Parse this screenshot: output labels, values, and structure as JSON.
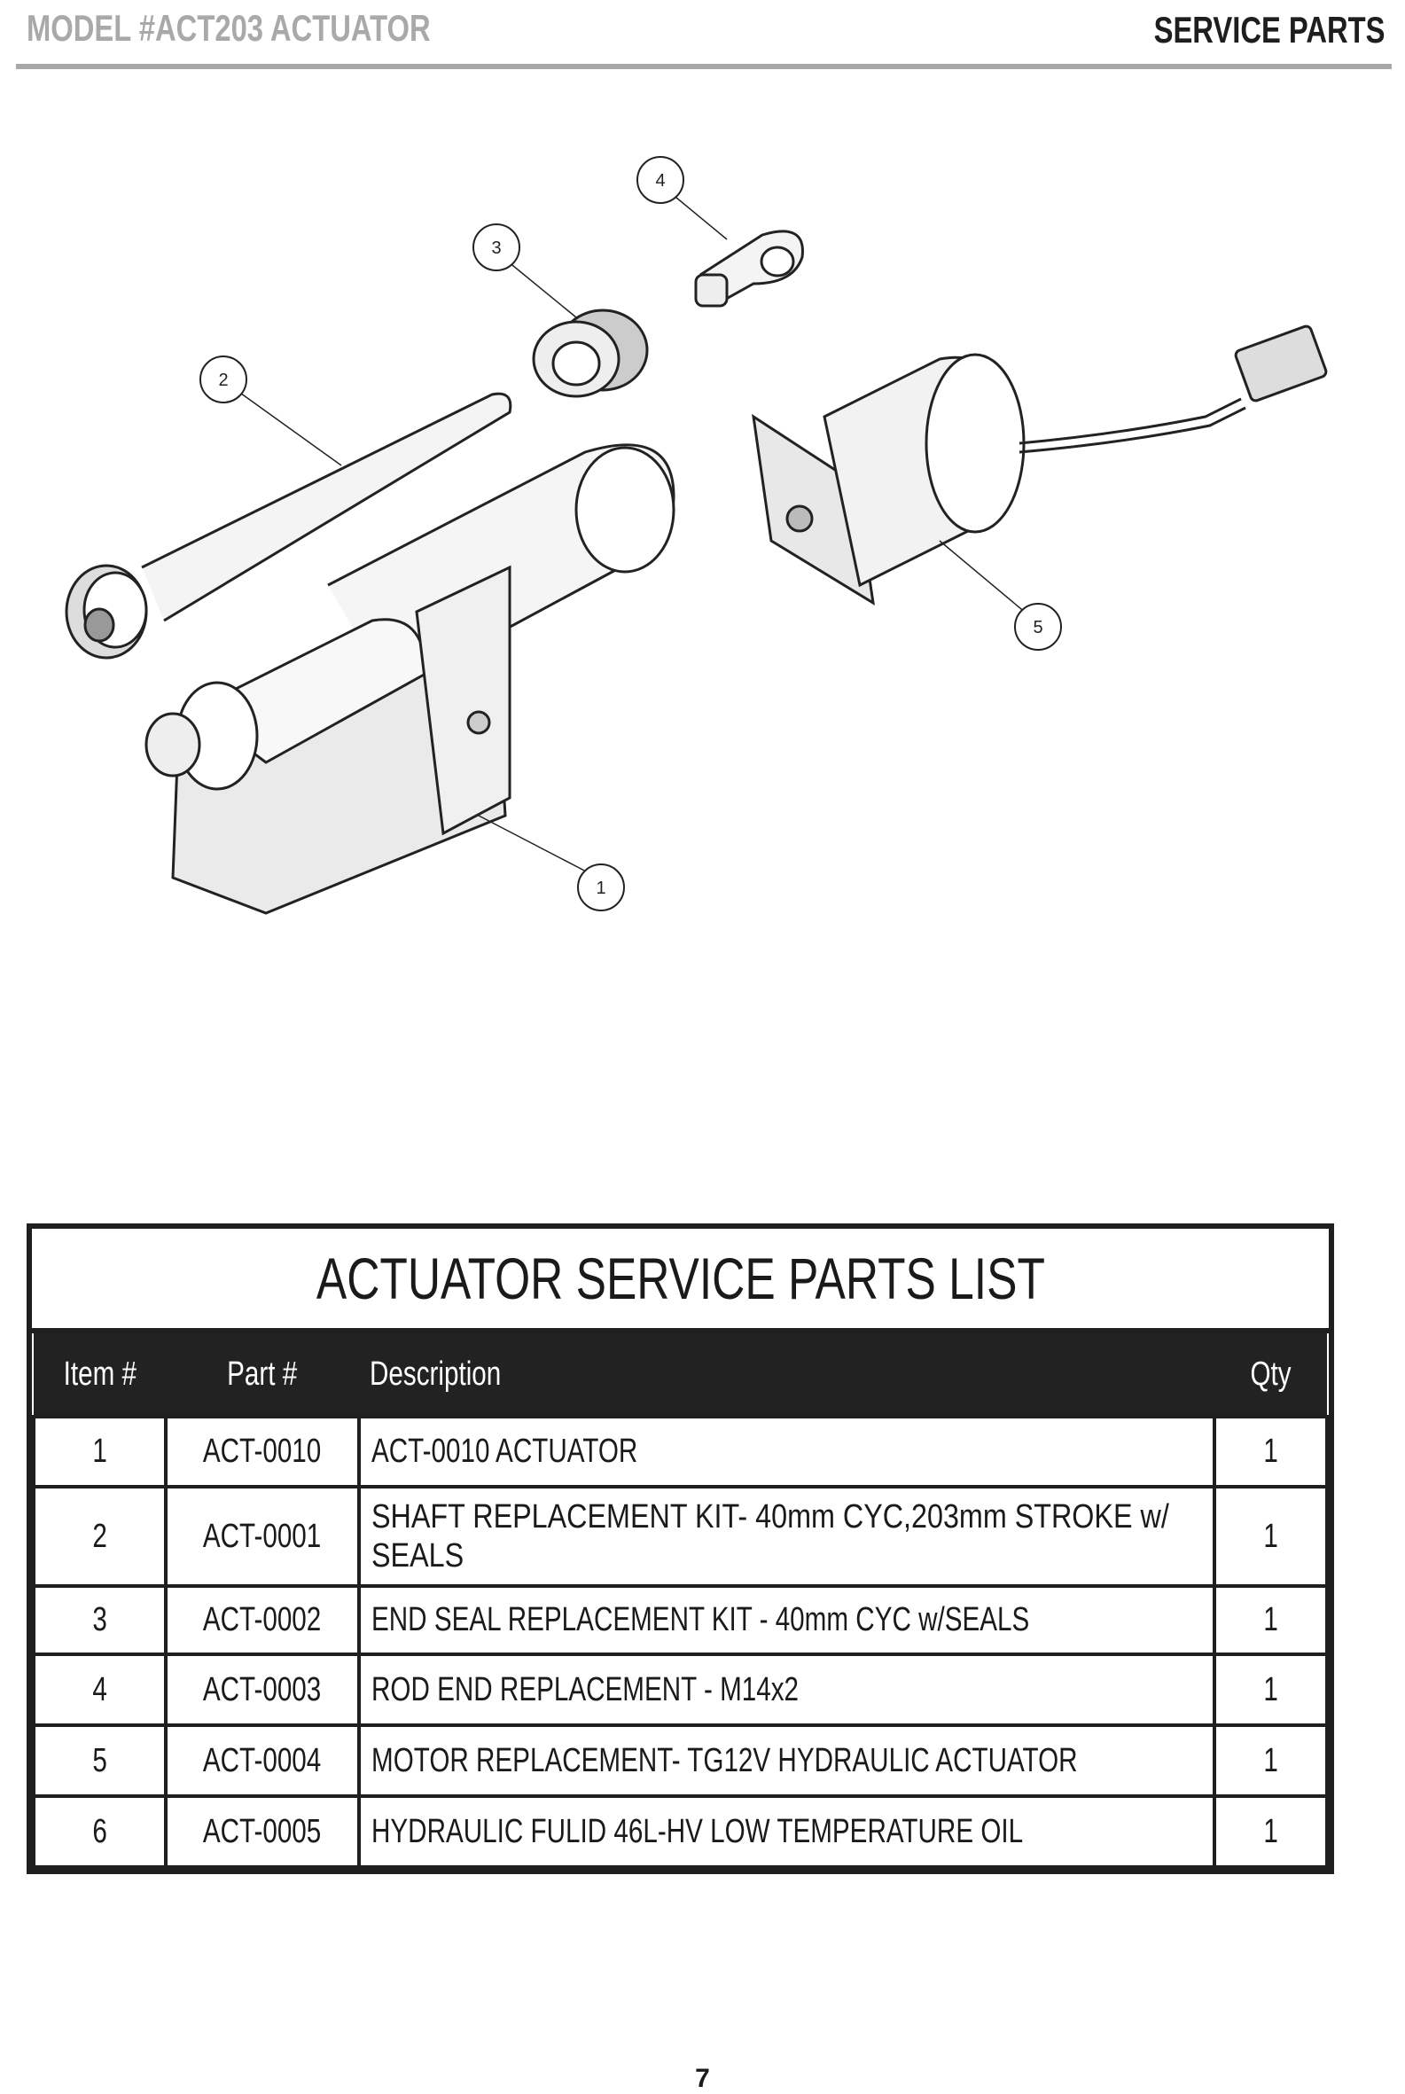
{
  "header": {
    "model": "MODEL #ACT203 ACTUATOR",
    "section": "SERVICE PARTS"
  },
  "diagram": {
    "callouts": [
      "1",
      "2",
      "3",
      "4",
      "5"
    ]
  },
  "parts_table": {
    "title": "ACTUATOR SERVICE PARTS LIST",
    "columns": [
      "Item #",
      "Part #",
      "Description",
      "Qty"
    ],
    "rows": [
      {
        "item": "1",
        "part": "ACT-0010",
        "description": "ACT-0010 ACTUATOR",
        "qty": "1"
      },
      {
        "item": "2",
        "part": "ACT-0001",
        "description": "SHAFT REPLACEMENT KIT- 40mm CYC,203mm STROKE w/ SEALS",
        "qty": "1"
      },
      {
        "item": "3",
        "part": "ACT-0002",
        "description": "END SEAL REPLACEMENT KIT - 40mm CYC w/SEALS",
        "qty": "1"
      },
      {
        "item": "4",
        "part": "ACT-0003",
        "description": "ROD END REPLACEMENT - M14x2",
        "qty": "1"
      },
      {
        "item": "5",
        "part": "ACT-0004",
        "description": "MOTOR REPLACEMENT- TG12V HYDRAULIC ACTUATOR",
        "qty": "1"
      },
      {
        "item": "6",
        "part": "ACT-0005",
        "description": "HYDRAULIC FULID 46L-HV LOW TEMPERATURE OIL",
        "qty": "1"
      }
    ]
  },
  "footer": {
    "page": "7"
  }
}
